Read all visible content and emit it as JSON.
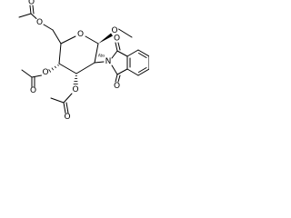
{
  "molecule": {
    "atoms": {
      "ring_oxygen": "O",
      "glycoside_oxygen": "O",
      "c6_oxygen": "O",
      "c6_carbonyl_oxygen": "O",
      "c4_oxygen": "O",
      "c4_carbonyl_oxygen": "O",
      "c3_oxygen": "O",
      "c3_carbonyl_oxygen": "O",
      "imide_nitrogen": "N",
      "imide_top_oxygen": "O",
      "imide_bottom_oxygen": "O",
      "stereo_label": "Abs"
    }
  }
}
